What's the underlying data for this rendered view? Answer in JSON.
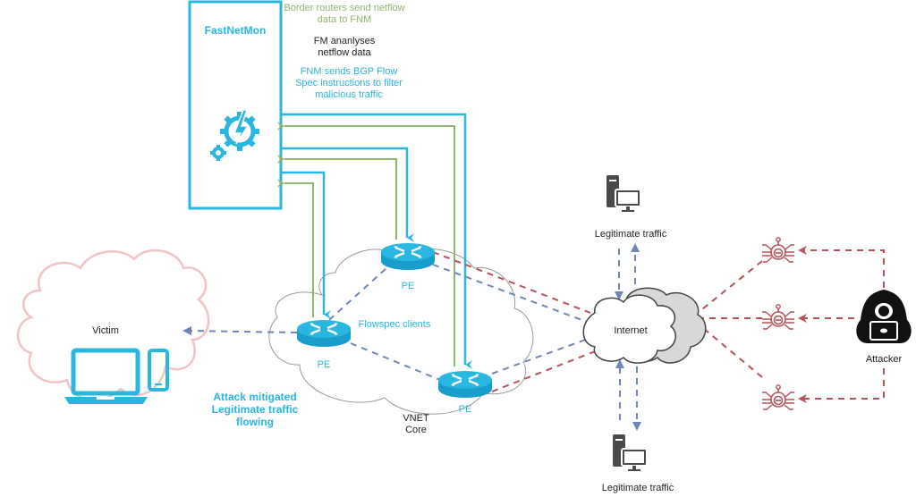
{
  "diagram": {
    "title": "FastNetMon BGP Flowspec DDoS mitigation",
    "colors": {
      "fnm_blue": "#29b6e0",
      "netflow_green": "#8fb56f",
      "attack_red": "#b5525a",
      "legit_blue": "#6f86b5",
      "victim_cloud": "#f0c4c4",
      "server_gray": "#4a4a4a"
    },
    "fastnetmon": {
      "label": "FastNetMon",
      "icon": "gear-lightning-icon"
    },
    "annotations": {
      "netflow": [
        "Border routers send netflow",
        "data to FNM"
      ],
      "analyses": [
        "FM ananlyses",
        "netflow data"
      ],
      "flowspec": [
        "FNM sends BGP Flow",
        "Spec instructions to filter",
        "malicious traffic"
      ],
      "mitigated": [
        "Attack mitigated",
        "Legitimate traffic",
        "flowing"
      ]
    },
    "nodes": {
      "victim": {
        "label": "Victim",
        "icons": [
          "laptop-icon",
          "smartphone-icon"
        ]
      },
      "pe_top": {
        "label": "PE"
      },
      "pe_left": {
        "label": "PE"
      },
      "pe_bottom": {
        "label": "PE"
      },
      "flowspec_clients": "Flowspec clients",
      "vnet_core": [
        "VNET",
        "Core"
      ],
      "internet": {
        "label": "Internet"
      },
      "legit_top": {
        "label": "Legitimate traffic"
      },
      "legit_bottom": {
        "label": "Legitimate traffic"
      },
      "attacker": {
        "label": "Attacker"
      },
      "bots": [
        "bot-1",
        "bot-2",
        "bot-3"
      ]
    }
  }
}
